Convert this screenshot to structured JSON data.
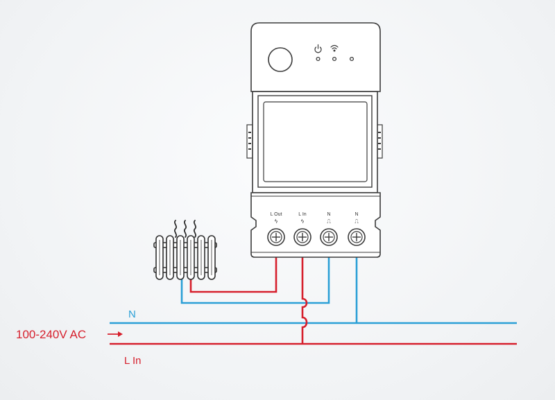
{
  "device": {
    "terminals": [
      {
        "label": "L Out",
        "symbol": "ϟ"
      },
      {
        "label": "L In",
        "symbol": "ϟ"
      },
      {
        "label": "N",
        "symbol": "⎍"
      },
      {
        "label": "N",
        "symbol": "⎍"
      }
    ]
  },
  "lines": {
    "neutral_label": "N",
    "supply_label": "100-240V AC",
    "live_label": "L In"
  },
  "colors": {
    "live": "#d61f2c",
    "neutral": "#2a9fd6",
    "device_outline": "#3a3a3a"
  },
  "icons": {
    "load": "radiator-icon",
    "heat": "heat-waves-icon",
    "power": "power-icon",
    "wifi": "wifi-icon"
  }
}
